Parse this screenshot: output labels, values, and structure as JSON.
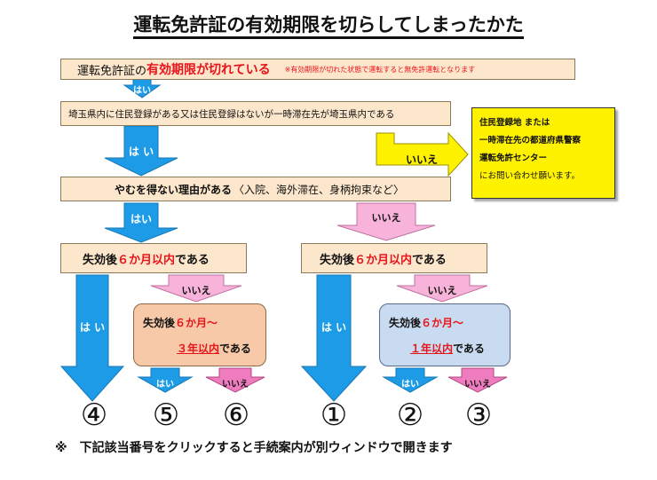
{
  "title": "運転免許証の有効期限を切らしてしまったかた",
  "step1": {
    "prefix": "運転免許証の",
    "highlight": "有効期限が切れている",
    "note": "※有効期限が切れた状態で運転すると無免許運転となります"
  },
  "step2": {
    "text": "埼玉県内に住民登録がある又は住民登録はないが一時滞在先が埼玉県内である"
  },
  "step3": {
    "main": "やむを得ない理由がある",
    "sub": "〈入院、海外滞在、身柄拘束など〉"
  },
  "side_box": {
    "line1": "住民登録地 または",
    "line2": "一時滞在先の都道府県警察",
    "line3": "運転免許センター",
    "line4": "にお問い合わせ願います。"
  },
  "labels": {
    "yes": "はい",
    "no": "いいえ",
    "yes_sp": "は い"
  },
  "left_check": {
    "pre": "失効後",
    "hl": "６か月以内",
    "post": "である"
  },
  "left_range": {
    "line1_pre": "失効後",
    "line1_hl": "６か月〜",
    "line2_hl": "３年以内",
    "line2_post": "である"
  },
  "right_check": {
    "pre": "失効後",
    "hl": "６か月以内",
    "post": "である"
  },
  "right_range": {
    "line1_pre": "失効後",
    "line1_hl": "６か月〜",
    "line2_hl": "１年以内",
    "line2_post": "である"
  },
  "results": [
    "④",
    "⑤",
    "⑥",
    "①",
    "②",
    "③"
  ],
  "footer": "※　下記該当番号をクリックすると手続案内が別ウィンドウで開きます",
  "colors": {
    "blue": "#1e9be6",
    "pink": "#f07cc0",
    "yellow": "#fff200",
    "box": "#fde7cc",
    "box_left_range": "#f8c9a8",
    "box_right_range": "#c9dbf0",
    "red": "#e8141b"
  }
}
